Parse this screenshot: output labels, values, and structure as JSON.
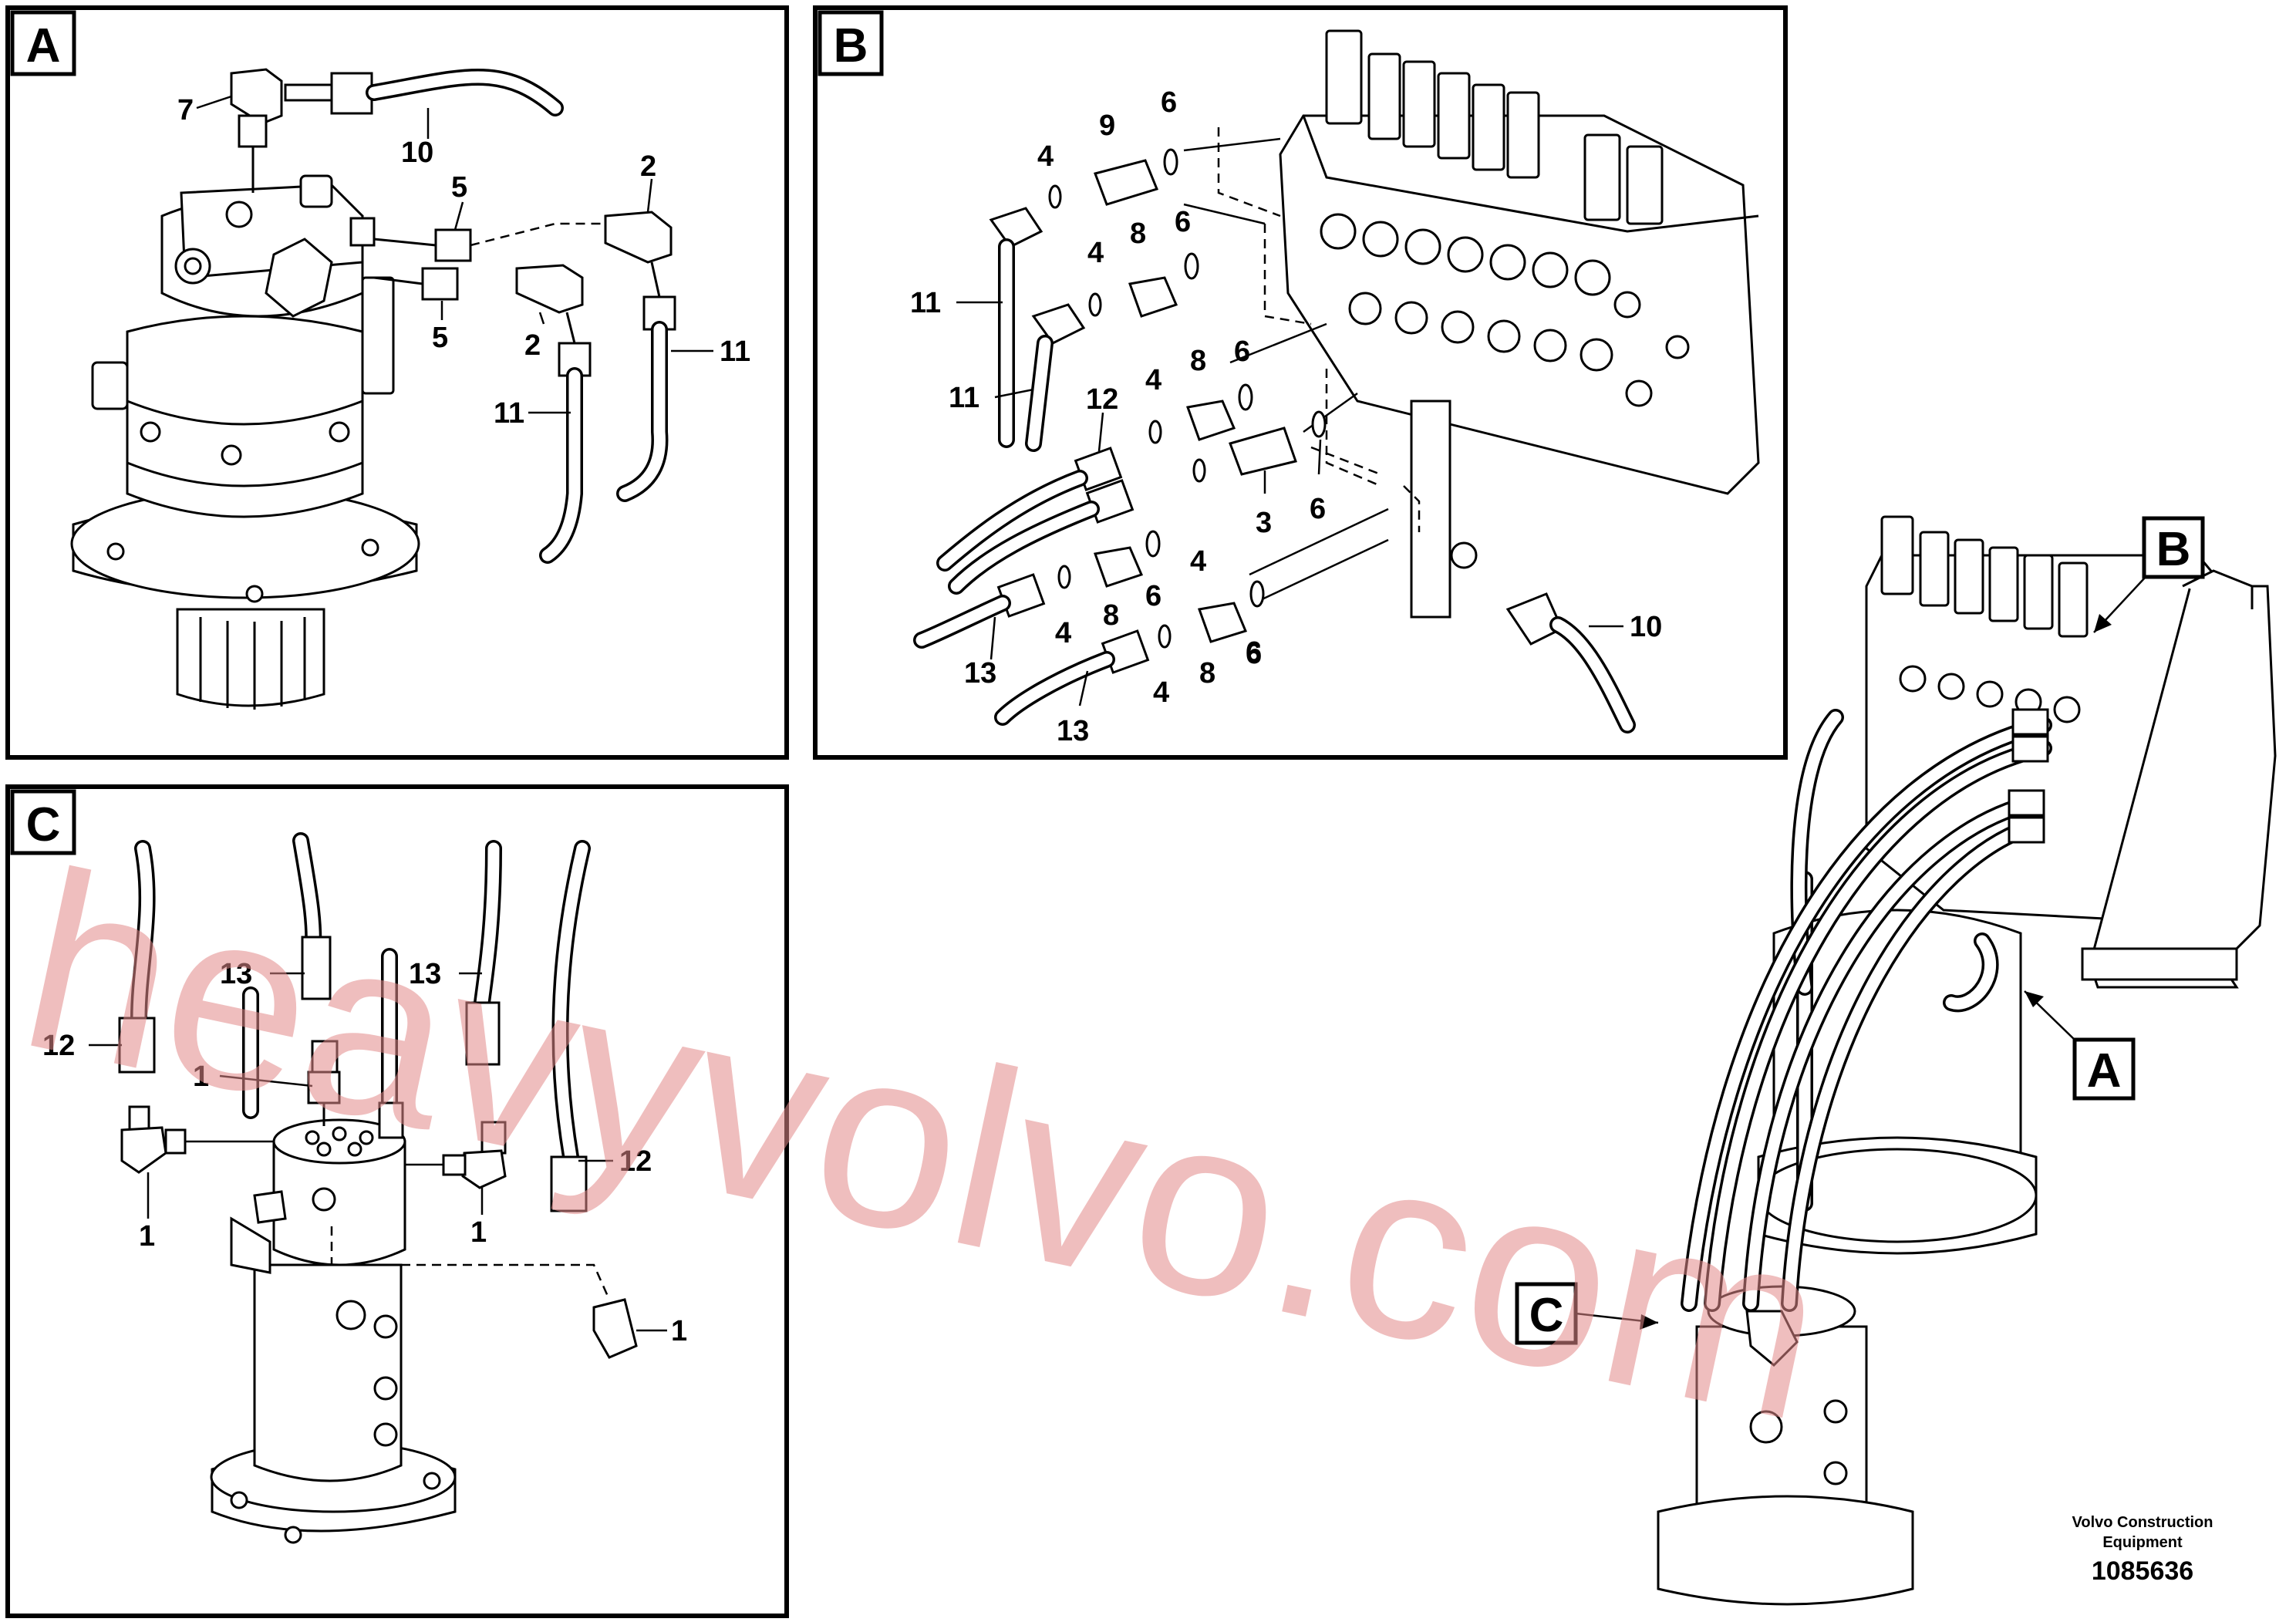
{
  "panels": {
    "a": {
      "letter": "A"
    },
    "b": {
      "letter": "B"
    },
    "c": {
      "letter": "C"
    }
  },
  "overview": {
    "labels": {
      "a": "A",
      "b": "B",
      "c": "C"
    }
  },
  "callouts": {
    "a": [
      "7",
      "10",
      "5",
      "2",
      "5",
      "2",
      "11",
      "11"
    ],
    "b": [
      "4",
      "9",
      "6",
      "4",
      "8",
      "6",
      "11",
      "11",
      "12",
      "4",
      "8",
      "6",
      "4",
      "3",
      "6",
      "4",
      "6",
      "8",
      "6",
      "4",
      "8",
      "6",
      "13",
      "13",
      "4",
      "10"
    ],
    "c": [
      "12",
      "13",
      "13",
      "1",
      "12",
      "1",
      "1",
      "1"
    ]
  },
  "footer": {
    "company_line1": "Volvo Construction",
    "company_line2": "Equipment",
    "drawing_number": "1085636"
  },
  "watermark": "heavyvolvo.com"
}
